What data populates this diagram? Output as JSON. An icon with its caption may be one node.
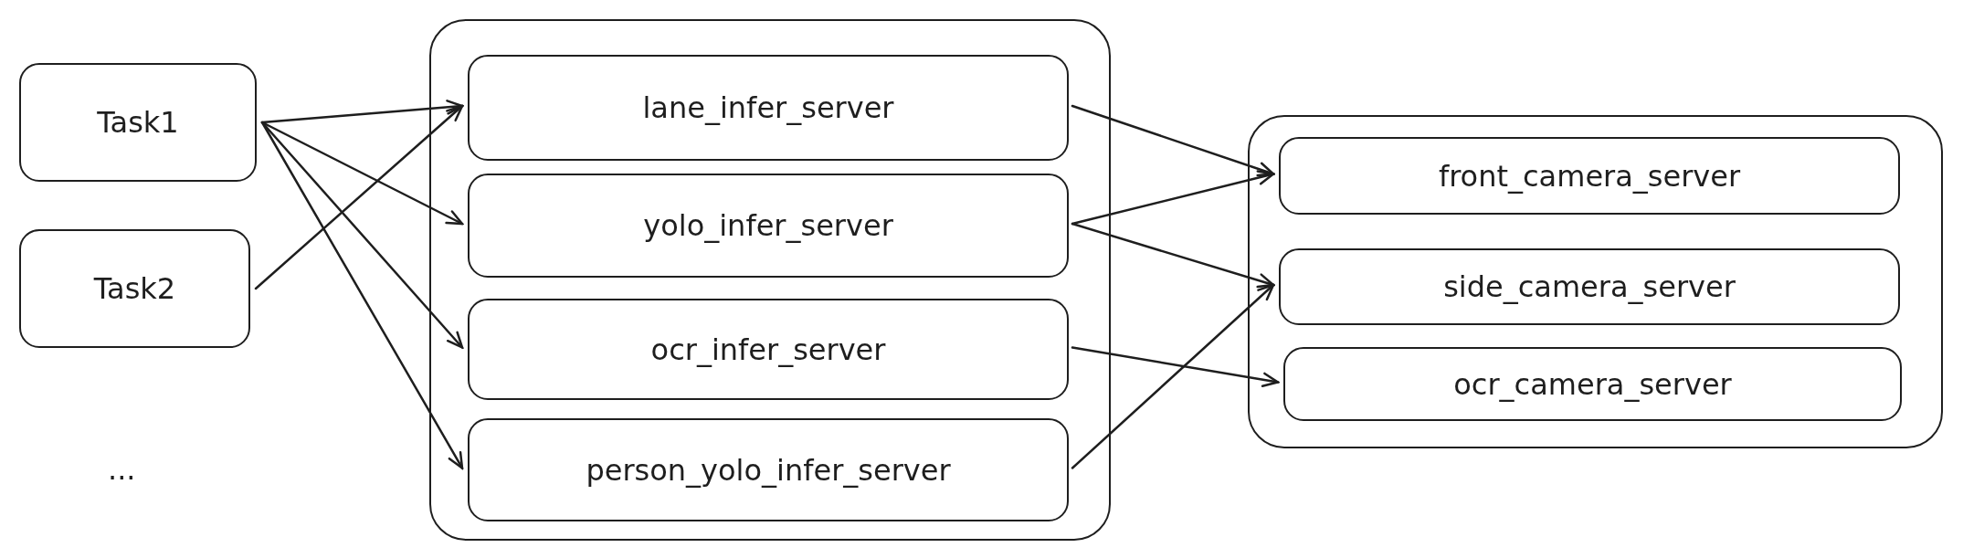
{
  "diagram": {
    "nodes": [
      {
        "text": [
          "Task1"
        ]
      },
      {
        "text": [
          "Task2"
        ]
      },
      {
        "text": [],
        "shape": "box"
      },
      {
        "text": [
          "lane_infer_server"
        ],
        "in": 2
      },
      {
        "text": [
          "yolo_infer_server"
        ],
        "in": 2
      },
      {
        "text": [
          "ocr_infer_server"
        ],
        "in": 2
      },
      {
        "text": [
          "person_yolo_infer_server"
        ],
        "in": 2
      },
      {
        "text": [],
        "shape": "box"
      },
      {
        "text": [
          "front_camera_server"
        ],
        "in": 7
      },
      {
        "text": [
          "side_camera_server"
        ],
        "in": 7
      },
      {
        "text": [
          "ocr_camera_server"
        ],
        "in": 7
      }
    ],
    "edges": [
      {
        "from": 0,
        "to": 3,
        "arrow": "to"
      },
      {
        "from": 0,
        "to": 4,
        "arrow": "to"
      },
      {
        "from": 0,
        "to": 5,
        "arrow": "to"
      },
      {
        "from": 0,
        "to": 6,
        "arrow": "to"
      },
      {
        "from": 1,
        "to": 3,
        "arrow": "to"
      },
      {
        "from": 3,
        "to": 8,
        "arrow": "to"
      },
      {
        "from": 4,
        "to": 8,
        "arrow": "to"
      },
      {
        "from": 4,
        "to": 9,
        "arrow": "to"
      },
      {
        "from": 5,
        "to": 10,
        "arrow": "to"
      },
      {
        "from": 6,
        "to": 9,
        "arrow": "to"
      }
    ],
    "labels": [
      "..."
    ]
  }
}
